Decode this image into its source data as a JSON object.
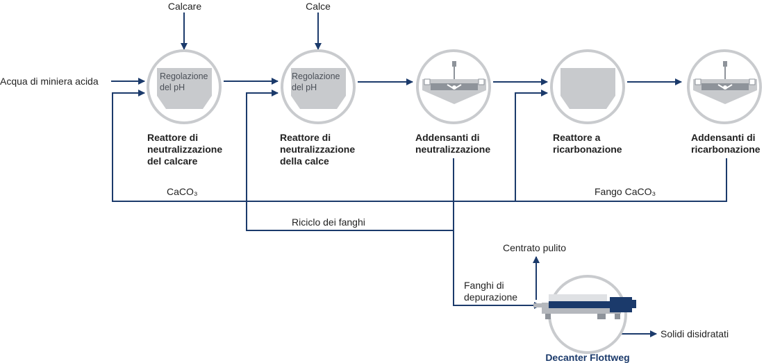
{
  "colors": {
    "flow_line": "#1b3a6b",
    "ring": "#c9cbce",
    "vessel_fill": "#c8cacd",
    "vessel_dark": "#8e939a",
    "decanter_blue": "#1b3a6b",
    "decanter_gray": "#b5b8bd"
  },
  "inputs": {
    "calcare": "Calcare",
    "calce": "Calce",
    "acqua": "Acqua di miniera acida"
  },
  "units": {
    "reactor1": {
      "inner_line1": "Regolazione",
      "inner_line2": "del pH",
      "title_line1": "Reattore di",
      "title_line2": "neutralizzazione",
      "title_line3": "del calcare"
    },
    "reactor2": {
      "inner_line1": "Regolazione",
      "inner_line2": "del pH",
      "title_line1": "Reattore di",
      "title_line2": "neutralizzazione",
      "title_line3": "della calce"
    },
    "thickener1": {
      "title_line1": "Addensanti di",
      "title_line2": "neutralizzazione"
    },
    "reactor3": {
      "title_line1": "Reattore a",
      "title_line2": "ricarbonazione"
    },
    "thickener2": {
      "title_line1": "Addensanti di",
      "title_line2": "ricarbonazione"
    }
  },
  "streams": {
    "caco3": "CaCO₃",
    "fango_caco3": "Fango CaCO₃",
    "riciclo": "Riciclo dei fanghi",
    "centrato": "Centrato pulito",
    "fanghi_line1": "Fanghi di",
    "fanghi_line2": "depurazione",
    "solidi": "Solidi disidratati"
  },
  "decanter": {
    "title": "Decanter Flottweg",
    "icon": "decanter-centrifuge-icon"
  }
}
